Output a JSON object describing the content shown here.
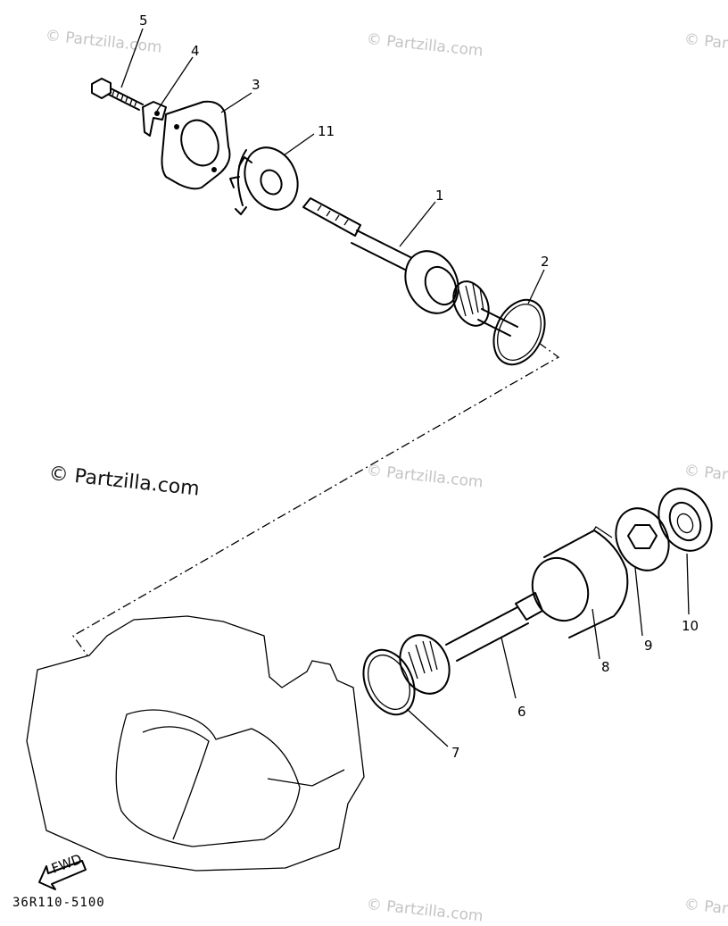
{
  "watermarks": {
    "text": "© Partzilla.com",
    "main_text": "© Partzilla.com"
  },
  "diagram_code": "36R110-5100",
  "fwd_label": "FWD",
  "callouts": {
    "c1": "1",
    "c2": "2",
    "c3": "3",
    "c4": "4",
    "c5": "5",
    "c6": "6",
    "c7": "7",
    "c8": "8",
    "c9": "9",
    "c10": "10",
    "c11": "11"
  }
}
